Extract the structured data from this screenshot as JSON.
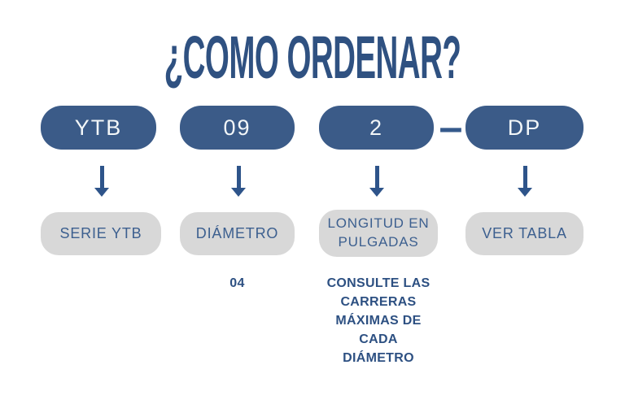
{
  "title": "¿COMO ORDENAR?",
  "separator": "–",
  "colors": {
    "pill_blue": "#3b5b88",
    "title_blue": "#2f5181",
    "arrow_blue": "#2e548a",
    "label_gray": "#d8d8d8",
    "label_text_blue": "#3c5f8f",
    "note_blue": "#2d5082",
    "pill_text": "#f2f6f8",
    "background": "#ffffff"
  },
  "columns": [
    {
      "code": "YTB",
      "label": "SERIE YTB",
      "note": ""
    },
    {
      "code": "09",
      "label": "DIÁMETRO",
      "note": "04"
    },
    {
      "code": "2",
      "label": "LONGITUD EN\nPULGADAS",
      "note": "CONSULTE LAS\nCARRERAS\nMÁXIMAS DE\nCADA\nDIÁMETRO"
    },
    {
      "code": "DP",
      "label": "VER TABLA",
      "note": ""
    }
  ]
}
